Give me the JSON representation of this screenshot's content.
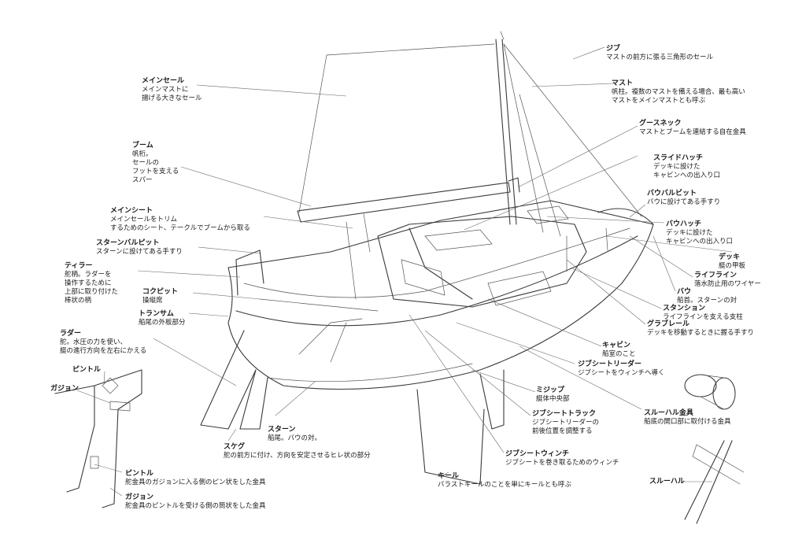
{
  "labels": {
    "jib": {
      "title": "ジブ",
      "desc": [
        "マストの前方に張る三角形のセール"
      ]
    },
    "mainsail": {
      "title": "メインセール",
      "desc": [
        "メインマストに",
        "揚げる大きなセール"
      ]
    },
    "mast": {
      "title": "マスト",
      "desc": [
        "帆柱。複数のマストを備える場合、最も高い",
        "マストをメインマストとも呼ぶ"
      ]
    },
    "gooseneck": {
      "title": "グースネック",
      "desc": [
        "マストとブームを連結する自在金具"
      ]
    },
    "boom": {
      "title": "ブーム",
      "desc": [
        "帆桁。",
        "セールの",
        "フットを支える",
        "スパー"
      ]
    },
    "slide_hatch": {
      "title": "スライドハッチ",
      "desc": [
        "デッキに設けた",
        "キャビンへの出入り口"
      ]
    },
    "bow_bollard": {
      "title": "バウバルビット",
      "desc": [
        "バウに設けてある手すり"
      ]
    },
    "mainsheet": {
      "title": "メインシート",
      "desc": [
        "メインセールをトリム",
        "するためのシート、テークルでブームから取る"
      ]
    },
    "bow_hatch": {
      "title": "バウハッチ",
      "desc": [
        "デッキに設けた",
        "キャビンへの出入り口"
      ]
    },
    "stern_bollard": {
      "title": "スターンバルピット",
      "desc": [
        "スターンに設けてある手すり"
      ]
    },
    "deck": {
      "title": "デッキ",
      "desc": [
        "艇の甲板"
      ]
    },
    "tiller": {
      "title": "ティラー",
      "desc": [
        "舵柄。ラダーを",
        "操作するために",
        "上部に取り付けた",
        "棒状の柄"
      ]
    },
    "lifeline": {
      "title": "ライフライン",
      "desc": [
        "落水防止用のワイヤー"
      ]
    },
    "cockpit": {
      "title": "コクピット",
      "desc": [
        "操縦席"
      ]
    },
    "bow": {
      "title": "バウ",
      "desc": [
        "船首。スターンの対"
      ]
    },
    "stanchion": {
      "title": "スタンション",
      "desc": [
        "ライフラインを支える支柱"
      ]
    },
    "transom": {
      "title": "トランサム",
      "desc": [
        "船尾の外板部分"
      ]
    },
    "grab_rail": {
      "title": "グラブレール",
      "desc": [
        "デッキを移動するときに握る手すり"
      ]
    },
    "rudder": {
      "title": "ラダー",
      "desc": [
        "舵。水圧の力を使い、",
        "艇の進行方向を左右にかえる"
      ]
    },
    "cabin": {
      "title": "キャビン",
      "desc": [
        "船室のこと"
      ]
    },
    "jib_sheet_leader": {
      "title": "ジブシートリーダー",
      "desc": [
        "ジブシートをウィンチへ導く"
      ]
    },
    "pintle_top": {
      "title": "ピントル",
      "desc": []
    },
    "gudgeon_top": {
      "title": "ガジョン",
      "desc": []
    },
    "midship": {
      "title": "ミジップ",
      "desc": [
        "艇体中央部"
      ]
    },
    "thru_hull_fitting": {
      "title": "スルーハル金具",
      "desc": [
        "船底の開口部に取付ける金具"
      ]
    },
    "jib_sheet_track": {
      "title": "ジブシートトラック",
      "desc": [
        "ジブシートリーダーの",
        "前後位置を調整する"
      ]
    },
    "stern": {
      "title": "スターン",
      "desc": [
        "船尾。バウの対。"
      ]
    },
    "skeg": {
      "title": "スケグ",
      "desc": [
        "舵の前方に付け、方向を安定させるヒレ状の部分"
      ]
    },
    "jib_sheet_winch": {
      "title": "ジブシートウィンチ",
      "desc": [
        "ジブシートを巻き取るためのウィンチ"
      ]
    },
    "keel": {
      "title": "キール",
      "desc": [
        "バラストキールのことを単にキールとも呼ぶ"
      ]
    },
    "pintle": {
      "title": "ピントル",
      "desc": [
        "舵金具のガジョンに入る側のピン状をした金具"
      ]
    },
    "thru_hull": {
      "title": "スルーハル",
      "desc": []
    },
    "gudgeon": {
      "title": "ガジョン",
      "desc": [
        "舵金具のピントルを受ける側の筒状をした金具"
      ]
    }
  },
  "colors": {
    "ink": "#1a1a1a",
    "sketch": "#3a3a3a",
    "background": "#ffffff"
  }
}
